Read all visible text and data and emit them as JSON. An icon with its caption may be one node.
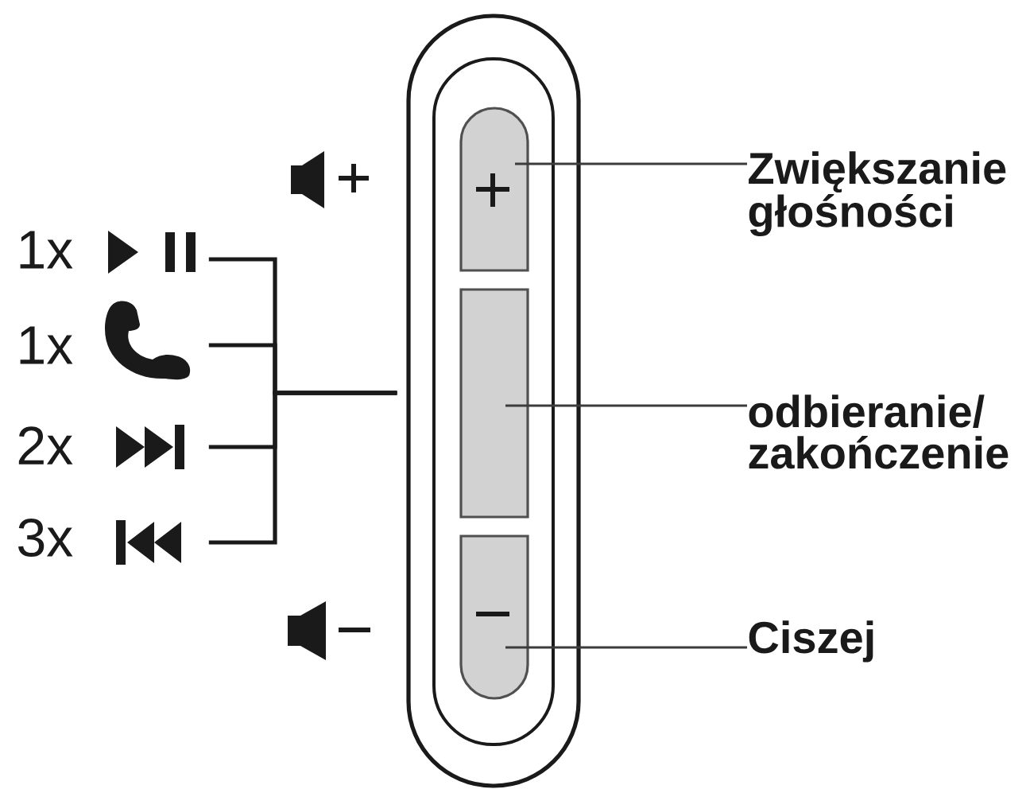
{
  "diagram": {
    "nodes": [
      {
        "text": [
          "1x"
        ]
      },
      {
        "text": [
          "1x"
        ]
      },
      {
        "text": [
          "2x"
        ]
      },
      {
        "text": [
          "3x"
        ]
      },
      {
        "text": [],
        "shape": "capsule"
      },
      {
        "text": [],
        "shape": "box",
        "in": 4
      },
      {
        "text": [],
        "shape": "box",
        "in": 4
      },
      {
        "text": [],
        "shape": "box",
        "in": 4
      },
      {
        "text": [
          "Zwiększanie głośności"
        ]
      },
      {
        "text": [
          "odbieranie/ zakończenie"
        ]
      },
      {
        "text": [
          "Ciszej"
        ]
      }
    ],
    "edges": [
      {
        "from": 0,
        "to": 4,
        "arrow": "none"
      },
      {
        "from": 1,
        "to": 4,
        "arrow": "none"
      },
      {
        "from": 2,
        "to": 4,
        "arrow": "none"
      },
      {
        "from": 3,
        "to": 4,
        "arrow": "none"
      },
      {
        "from": 8,
        "to": 5,
        "arrow": "none"
      },
      {
        "from": 9,
        "to": 6,
        "arrow": "none"
      },
      {
        "from": 10,
        "to": 7,
        "arrow": "none"
      }
    ]
  }
}
